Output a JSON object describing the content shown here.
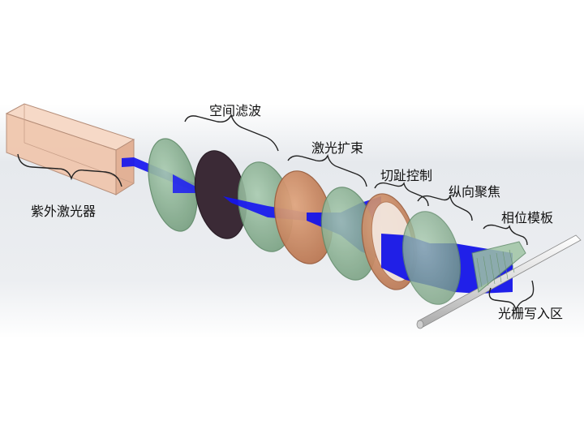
{
  "labels": {
    "laser": "紫外激光器",
    "spatial_filter": "空间滤波",
    "beam_expand": "激光扩束",
    "chirp_control": "切趾控制",
    "longitudinal_focus": "纵向聚焦",
    "phase_mask": "相位模板",
    "grating_zone": "光栅写入区"
  },
  "colors": {
    "beam": "#1010ee",
    "lens_green": "#8fb596",
    "aperture_dark": "#3b2a36",
    "copper": "#c98a63",
    "laser_box": "#f0c7ae",
    "background_band": "#e9ecef"
  }
}
